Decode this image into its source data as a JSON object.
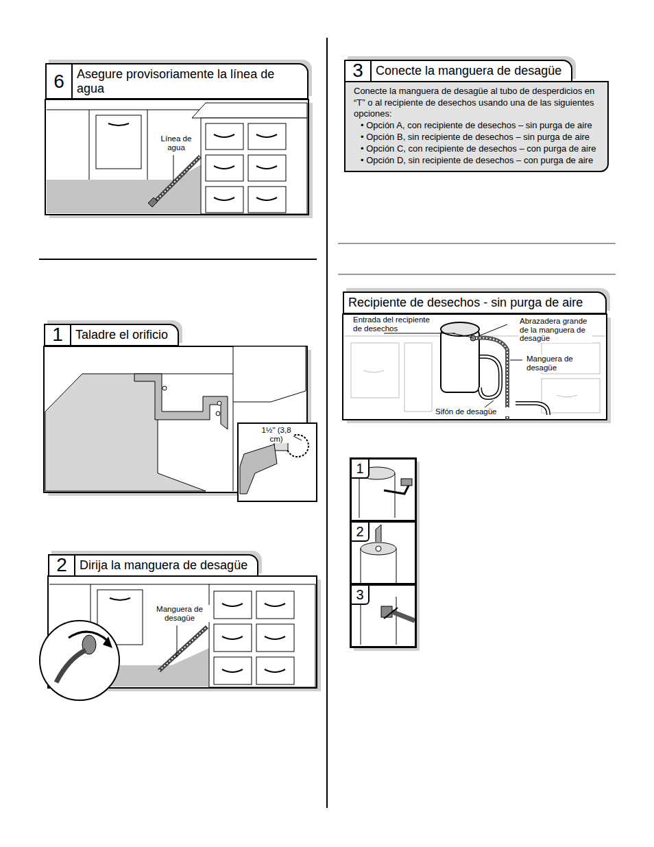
{
  "diagram": {
    "nodes": [
      {
        "text": [
          "6",
          "Asegure provisoriamente la línea de agua"
        ]
      },
      {
        "text": [
          "1",
          "Taladre el orificio"
        ]
      },
      {
        "text": [
          "2",
          "Dirija la manguera de desagüe"
        ]
      },
      {
        "text": [
          "3",
          "Conecte la manguera de desagüe",
          "Conecte la manguera de desagüe al tubo de desperdicios en “T” o al recipiente de desechos usando una de las siguientes opciones:",
          "• Opción A, con recipiente de desechos – sin purga de aire",
          "• Opción B, sin recipiente de desechos – sin purga de aire",
          "• Opción C, con recipiente de desechos – con purga de aire",
          "• Opción D, sin recipiente de desechos – con purga de aire"
        ]
      },
      {
        "text": [
          "Recipiente de desechos - sin purga de aire"
        ]
      },
      {
        "text": [
          "1"
        ]
      },
      {
        "text": [
          "2"
        ]
      },
      {
        "text": [
          "3"
        ]
      }
    ],
    "labels": [
      "Línea de agua",
      "1½\" (3,8 cm)",
      "Manguera de desagüe",
      "Entrada del recipiente de desechos",
      "Abrazadera grande de la manguera de desagüe",
      "Manguera de desagüe",
      "Sifón de desagüe"
    ]
  }
}
